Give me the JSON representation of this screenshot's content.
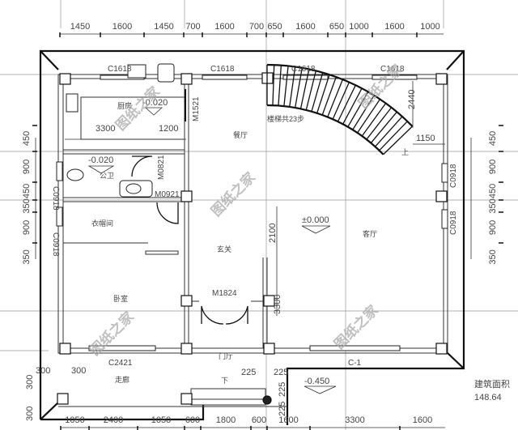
{
  "top_dims": [
    "1450",
    "1600",
    "1450",
    "700",
    "1600",
    "700",
    "650",
    "1600",
    "650",
    "1000",
    "1600",
    "1000"
  ],
  "bottom_dims": [
    "1050",
    "2400",
    "1050",
    "600",
    "1800",
    "600",
    "1600",
    "3300",
    "1600"
  ],
  "left_dims": [
    "450",
    "900",
    "450",
    "350",
    "900",
    "350"
  ],
  "right_dims": [
    "450",
    "900",
    "450",
    "350",
    "900",
    "350"
  ],
  "windows": {
    "top": [
      "C1618",
      "C1618",
      "C1618",
      "C1618"
    ],
    "left": [
      "C0918",
      "C0918"
    ],
    "right": [
      "C0918",
      "C0918"
    ],
    "c2421": "C2421",
    "c1": "C-1"
  },
  "doors": {
    "m1521": "M1521",
    "m0821": "M0821",
    "m0921": "M0921",
    "m1824": "M1824"
  },
  "rooms": {
    "kitchen": "厨房",
    "dining": "餐厅",
    "stairs": "楼梯共23步",
    "bathroom": "公卫",
    "closet": "衣帽间",
    "foyer": "玄关",
    "living": "客厅",
    "bedroom": "卧室",
    "entrance_hall": "门厅",
    "corridor": "走廊",
    "down": "下",
    "up": "上"
  },
  "levels": {
    "kitchen": "-0.020",
    "bathroom": "-0.020",
    "living": "±0.000",
    "porch": "-0.450"
  },
  "inner_dims": {
    "k3300": "3300",
    "k1200": "1200",
    "s2440": "2440",
    "s1150": "1150",
    "l2100": "2100",
    "l3300": "3300",
    "p300a": "300",
    "p300b": "300",
    "p300c": "300",
    "p300d": "300",
    "p225a": "225",
    "p225b": "225",
    "p225c": "225",
    "p225d": "225"
  },
  "area": {
    "label": "建筑面积",
    "value": "148.64"
  },
  "watermark": "图纸之家"
}
